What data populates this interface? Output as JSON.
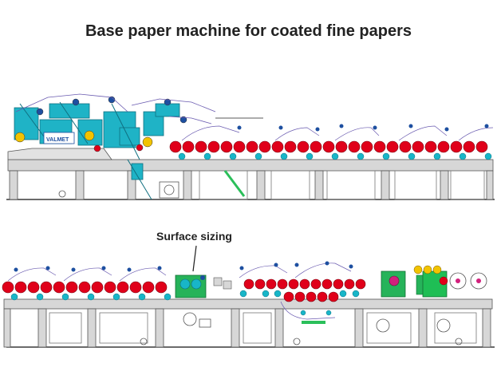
{
  "title": "Base paper machine for coated fine papers",
  "callout": {
    "surface_sizing_label": "Surface sizing"
  },
  "logo": {
    "text": "VALMET"
  },
  "colors": {
    "frame_fill": "#d7d7d7",
    "frame_stroke": "#555555",
    "forming_section": "#1fb3c6",
    "dryer_red": "#e0001a",
    "felt_cyan": "#18b6c8",
    "felt_blue": "#1d4fa0",
    "felt_line": "#6a5bb0",
    "sizer_green": "#26b35a",
    "reel_green": "#1fbe55",
    "calender_magenta": "#d1207c",
    "calender_yellow": "#f2c300",
    "diagonal_green": "#2bbf5a",
    "base_line": "#3a3a3a"
  }
}
